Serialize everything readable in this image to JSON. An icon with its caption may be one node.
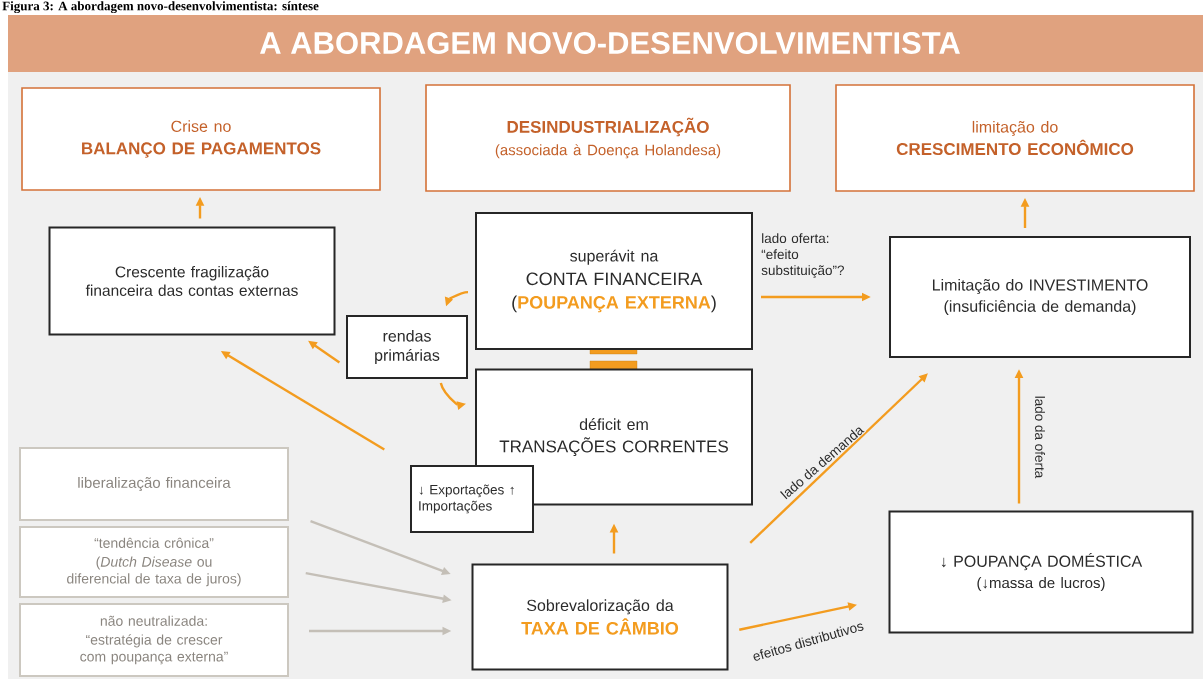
{
  "diagram": {
    "title": "A ABORDAGEM NOVO-DESENVOLVIMENTISTA",
    "caption": "Figura 3: A abordagem novo-desenvolvimentista: síntese",
    "nodes": [
      {
        "text": [
          "Crise no",
          "BALANÇO DE PAGAMENTOS"
        ]
      },
      {
        "text": [
          "DESINDUSTRIALIZAÇÃO",
          "(associada à Doença Holandesa)"
        ]
      },
      {
        "text": [
          "limitação do",
          "CRESCIMENTO ECONÔMICO"
        ]
      },
      {
        "text": [
          "Crescente fragilização financeira das contas externas"
        ]
      },
      {
        "text": [
          "superávit na",
          "CONTA FINANCEIRA",
          "(**POUPANÇA EXTERNA**)"
        ]
      },
      {
        "text": [
          "rendas primárias"
        ]
      },
      {
        "text": [
          "Limitação do INVESTIMENTO",
          "(insuficiência de demanda)"
        ]
      },
      {
        "text": [
          "déficit em",
          "TRANSAÇÕES CORRENTES"
        ]
      },
      {
        "text": [
          "↓ Exportações ↑ Importações"
        ]
      },
      {
        "text": [
          "liberalização financeira"
        ]
      },
      {
        "text": [
          "“tendência crônica”",
          "(*Dutch Disease* ou diferencial de taxa de juros)"
        ]
      },
      {
        "text": [
          "não neutralizada:",
          "“estratégia de crescer com poupança externa”"
        ]
      },
      {
        "text": [
          "Sobrevalorização da",
          "TAXA DE CÂMBIO"
        ]
      },
      {
        "text": [
          "↓ POUPANÇA DOMÉSTICA",
          "(↓massa de lucros)"
        ]
      }
    ],
    "edges": [
      {
        "from": 3,
        "to": 0,
        "arrow": "to"
      },
      {
        "from": 6,
        "to": 2,
        "arrow": "to"
      },
      {
        "from": 4,
        "to": 5,
        "arrow": "to"
      },
      {
        "from": 5,
        "to": 3,
        "arrow": "to"
      },
      {
        "from": 5,
        "to": 7,
        "arrow": "to"
      },
      {
        "from": 8,
        "to": 3,
        "arrow": "to"
      },
      {
        "from": 4,
        "to": 6,
        "arrow": "to",
        "label": "lado oferta: “efeito substituição”?"
      },
      {
        "from": 12,
        "to": 7,
        "arrow": "to"
      },
      {
        "from": 12,
        "to": 6,
        "arrow": "to",
        "label": "lado da demanda"
      },
      {
        "from": 12,
        "to": 13,
        "arrow": "to",
        "label": "efeitos distributivos"
      },
      {
        "from": 13,
        "to": 6,
        "arrow": "to",
        "label": "lado da oferta"
      },
      {
        "from": 9,
        "to": 12,
        "arrow": "to",
        "color": "#c4bfb7"
      },
      {
        "from": 10,
        "to": 12,
        "arrow": "to",
        "color": "#c4bfb7"
      },
      {
        "from": 11,
        "to": 12,
        "arrow": "to",
        "color": "#c4bfb7"
      }
    ]
  }
}
